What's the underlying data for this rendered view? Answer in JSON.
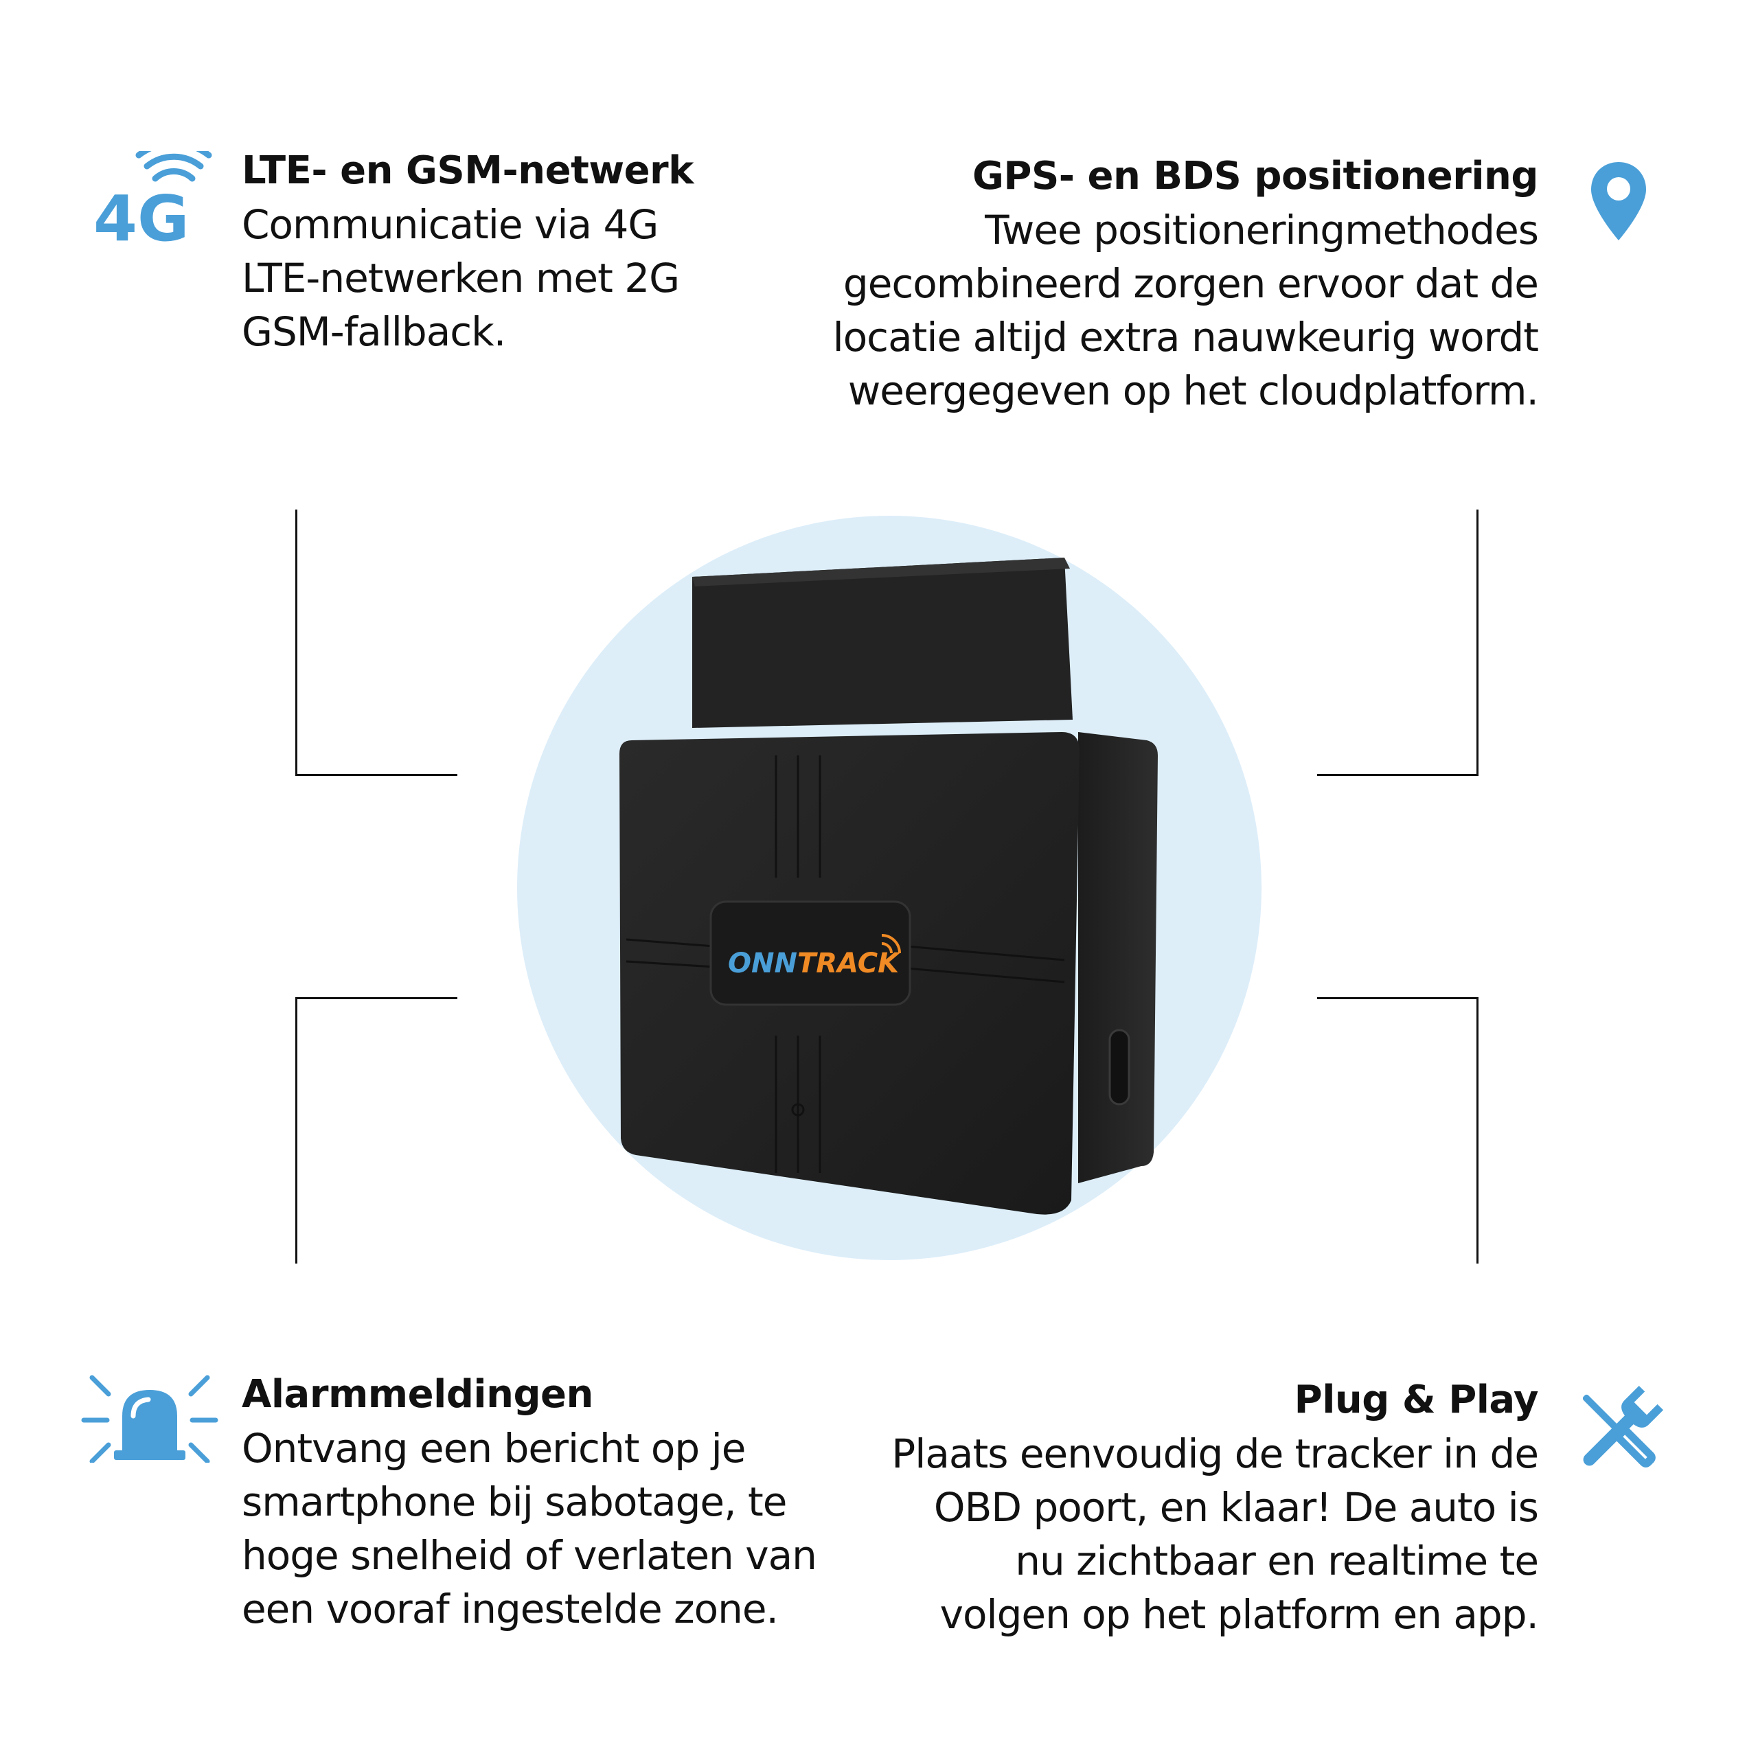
{
  "features": {
    "network": {
      "title": "LTE- en GSM-netwerk",
      "lines": [
        "Communicatie via 4G",
        "LTE-netwerken met 2G",
        "GSM-fallback."
      ],
      "icon": "4g-signal-icon",
      "icon_text": "4G"
    },
    "positioning": {
      "title": "GPS- en BDS positionering",
      "lines": [
        "Twee positioneringmethodes",
        "gecombineerd zorgen ervoor dat de",
        "locatie altijd extra nauwkeurig wordt",
        "weergegeven op het cloudplatform."
      ],
      "icon": "location-pin-icon"
    },
    "alarms": {
      "title": "Alarmmeldingen",
      "lines": [
        "Ontvang een bericht op je",
        "smartphone bij sabotage, te",
        "hoge snelheid of verlaten van",
        "een vooraf ingestelde zone."
      ],
      "icon": "alarm-siren-icon"
    },
    "plugplay": {
      "title": "Plug & Play",
      "lines": [
        "Plaats eenvoudig de tracker in de",
        "OBD poort, en klaar! De auto is",
        "nu zichtbaar en realtime te",
        "volgen op het platform en app."
      ],
      "icon": "tools-icon"
    }
  },
  "device": {
    "brand_part1": "ONN",
    "brand_part2": "TRACK",
    "brand_color_1": "#4a9fd8",
    "brand_color_2": "#f08a24"
  },
  "colors": {
    "accent": "#4a9fd8",
    "circle_bg": "#ddeef9",
    "device_body": "#222222"
  }
}
